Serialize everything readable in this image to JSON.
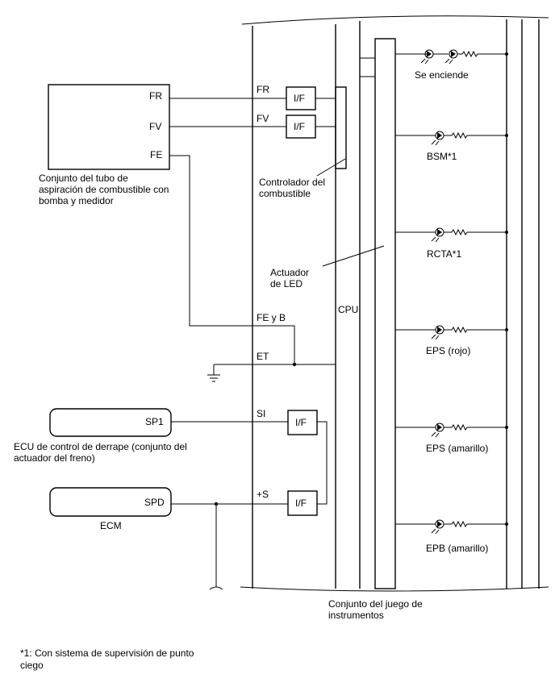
{
  "labels": {
    "pump_assembly": [
      "Conjunto del tubo de",
      "aspiración de combustible con",
      "bomba y medidor"
    ],
    "pump_pins": [
      "FR",
      "FV",
      "FE"
    ],
    "skid_ecu": [
      "ECU de control de derrape (conjunto del",
      "actuador del freno)"
    ],
    "skid_pin": "SP1",
    "ecm": "ECM",
    "ecm_pin": "SPD",
    "meter_pins": [
      "FR",
      "FV",
      "FE y B",
      "ET",
      "SI",
      "+S"
    ],
    "if_label": "I/F",
    "fuel_controller": [
      "Controlador del",
      "combustible"
    ],
    "led_actuator": [
      "Actuador",
      "de LED"
    ],
    "cpu": "CPU",
    "indicators": [
      "Se enciende",
      "BSM*1",
      "RCTA*1",
      "EPS (rojo)",
      "EPS (amarillo)",
      "EPB (amarillo)"
    ],
    "cluster": [
      "Conjunto del juego de",
      "instrumentos"
    ],
    "footnote": [
      "*1: Con sistema de supervisión de punto",
      "ciego"
    ]
  }
}
